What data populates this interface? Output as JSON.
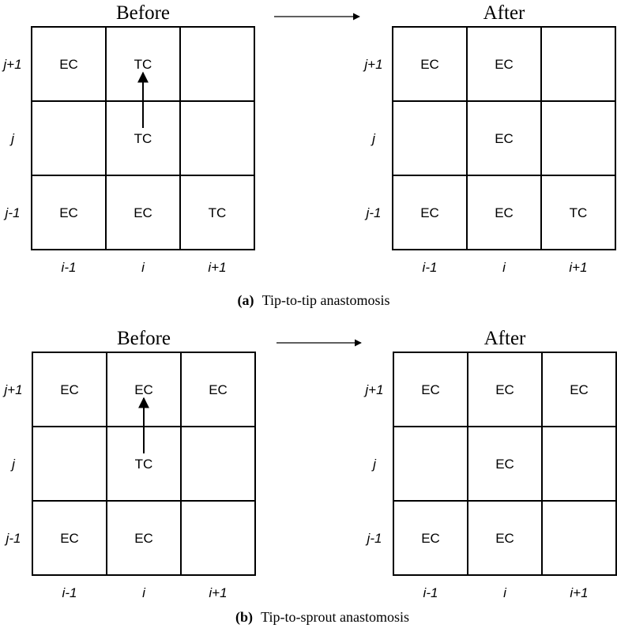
{
  "diagrams": [
    {
      "caption_label": "(a)",
      "caption_text": "Tip-to-tip anastomosis",
      "grids": [
        {
          "title": "Before",
          "row_labels": [
            "j+1",
            "j",
            "j-1"
          ],
          "col_labels": [
            "i-1",
            "i",
            "i+1"
          ],
          "cells": [
            [
              "EC",
              "TC",
              ""
            ],
            [
              "",
              "TC",
              ""
            ],
            [
              "EC",
              "EC",
              "TC"
            ]
          ],
          "has_arrow": true
        },
        {
          "title": "After",
          "row_labels": [
            "j+1",
            "j",
            "j-1"
          ],
          "col_labels": [
            "i-1",
            "i",
            "i+1"
          ],
          "cells": [
            [
              "EC",
              "EC",
              ""
            ],
            [
              "",
              "EC",
              ""
            ],
            [
              "EC",
              "EC",
              "TC"
            ]
          ],
          "has_arrow": false
        }
      ]
    },
    {
      "caption_label": "(b)",
      "caption_text": "Tip-to-sprout anastomosis",
      "grids": [
        {
          "title": "Before",
          "row_labels": [
            "j+1",
            "j",
            "j-1"
          ],
          "col_labels": [
            "i-1",
            "i",
            "i+1"
          ],
          "cells": [
            [
              "EC",
              "EC",
              "EC"
            ],
            [
              "",
              "TC",
              ""
            ],
            [
              "EC",
              "EC",
              ""
            ]
          ],
          "has_arrow": true
        },
        {
          "title": "After",
          "row_labels": [
            "j+1",
            "j",
            "j-1"
          ],
          "col_labels": [
            "i-1",
            "i",
            "i+1"
          ],
          "cells": [
            [
              "EC",
              "EC",
              "EC"
            ],
            [
              "",
              "EC",
              ""
            ],
            [
              "EC",
              "EC",
              ""
            ]
          ],
          "has_arrow": false
        }
      ]
    }
  ]
}
